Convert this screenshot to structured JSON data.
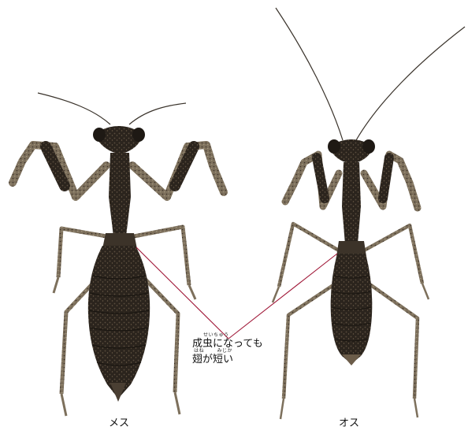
{
  "figure": {
    "female_label": "メス",
    "male_label": "オス",
    "annotation": {
      "line1": "成虫になっても",
      "line1_ruby": "せいちゅう",
      "line2": "翅が短い",
      "line2_ruby_1": "はね",
      "line2_ruby_2": "みじか"
    }
  },
  "colors": {
    "body_dark": "#2a241d",
    "body_mid": "#4a3f33",
    "leg_light": "#8a7c66",
    "pointer_line": "#a01838",
    "background": "#ffffff"
  }
}
